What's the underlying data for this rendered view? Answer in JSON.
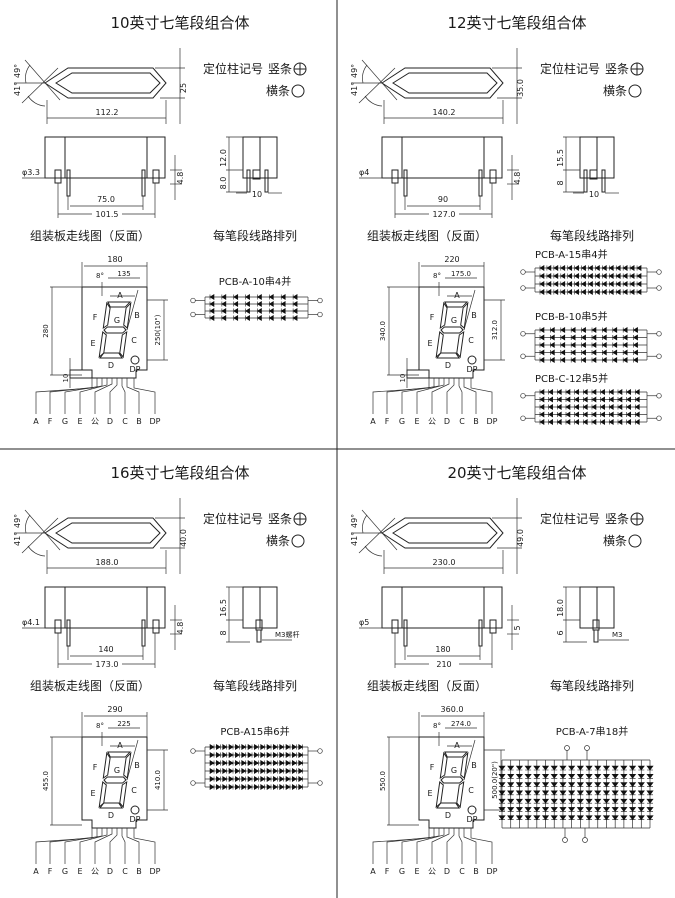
{
  "common": {
    "legend_title": "定位柱记号",
    "legend_vertical": "竖条",
    "legend_horizontal": "横条",
    "angle_top": "49°",
    "angle_bottom": "41°",
    "caption_wiring": "组装板走线图（反面）",
    "caption_segment": "每笔段线路排列",
    "segments": [
      "A",
      "B",
      "C",
      "D",
      "E",
      "F",
      "G",
      "DP"
    ],
    "pins": [
      "A",
      "F",
      "G",
      "E",
      "公",
      "D",
      "C",
      "B",
      "DP"
    ]
  },
  "panels": [
    {
      "title": "10英寸七笔段组合体",
      "top_width": "112.2",
      "top_height": "25",
      "pin_diameter": "φ3.3",
      "pin_height": "4.8",
      "pin_spacing_inner": "75.0",
      "pin_spacing_outer": "101.5",
      "end_top": "12.0",
      "end_bottom": "8.0",
      "end_pitch": "10",
      "front_width": "180",
      "front_angle": "8°",
      "front_inner_width": "135",
      "front_height": "280",
      "digit_height": "250(10\")",
      "tab": "10",
      "circuits": [
        {
          "label": "PCB-A-10串4并",
          "series": 8,
          "parallel": 4,
          "orientation": "horizontal"
        }
      ]
    },
    {
      "title": "12英寸七笔段组合体",
      "top_width": "140.2",
      "top_height": "35.0",
      "pin_diameter": "φ4",
      "pin_height": "4.8",
      "pin_spacing_inner": "90",
      "pin_spacing_outer": "127.0",
      "end_top": "15.5",
      "end_bottom": "8",
      "end_pitch": "10",
      "front_width": "220",
      "front_angle": "8°",
      "front_inner_width": "175.0",
      "front_height": "340.0",
      "digit_height": "312.0",
      "tab": "10",
      "circuits": [
        {
          "label": "PCB-A-15串4并",
          "series": 15,
          "parallel": 4,
          "orientation": "horizontal"
        },
        {
          "label": "PCB-B-10串5并",
          "series": 10,
          "parallel": 5,
          "orientation": "horizontal"
        },
        {
          "label": "PCB-C-12串5并",
          "series": 12,
          "parallel": 5,
          "orientation": "horizontal"
        }
      ]
    },
    {
      "title": "16英寸七笔段组合体",
      "top_width": "188.0",
      "top_height": "40.0",
      "pin_diameter": "φ4.1",
      "pin_height": "4.8",
      "pin_spacing_inner": "140",
      "pin_spacing_outer": "173.0",
      "end_top": "16.5",
      "end_bottom": "8",
      "end_screw": "M3螺杆",
      "front_width": "290",
      "front_angle": "8°",
      "front_inner_width": "225",
      "front_height": "455.0",
      "digit_height": "410.0",
      "circuits": [
        {
          "label": "PCB-A15串6并",
          "series": 15,
          "parallel": 6,
          "orientation": "horizontal"
        }
      ]
    },
    {
      "title": "20英寸七笔段组合体",
      "top_width": "230.0",
      "top_height": "49.0",
      "pin_diameter": "φ5",
      "pin_height": "5",
      "pin_spacing_inner": "180",
      "pin_spacing_outer": "210",
      "end_top": "18.0",
      "end_bottom": "6",
      "end_screw": "M3",
      "front_width": "360.0",
      "front_angle": "8°",
      "front_inner_width": "274.0",
      "front_height": "550.0",
      "digit_height": "500.0(20\")",
      "circuits": [
        {
          "label": "PCB-A-7串18并",
          "series": 7,
          "parallel": 18,
          "orientation": "vertical"
        }
      ]
    }
  ]
}
